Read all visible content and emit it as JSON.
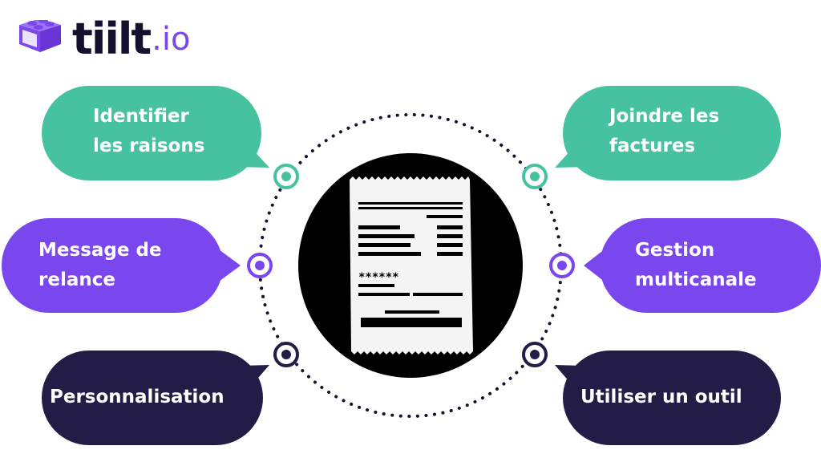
{
  "brand": {
    "name": "tiilt",
    "tld": ".io",
    "logo_icon": "lego-brick-icon",
    "colors": {
      "dark": "#14112e",
      "purple": "#7a46ee"
    }
  },
  "colors": {
    "green": "#47c2a0",
    "purple": "#7a46ee",
    "navy": "#231c47",
    "black": "#000000",
    "white": "#ffffff"
  },
  "bubbles": [
    {
      "id": "identify-reasons",
      "lines": [
        "Identifier",
        "les raisons"
      ],
      "color": "#47c2a0"
    },
    {
      "id": "attach-invoices",
      "lines": [
        "Joindre les",
        "factures"
      ],
      "color": "#47c2a0"
    },
    {
      "id": "reminder-message",
      "lines": [
        "Message de",
        "relance"
      ],
      "color": "#7a46ee"
    },
    {
      "id": "multichannel",
      "lines": [
        "Gestion",
        "multicanale"
      ],
      "color": "#7a46ee"
    },
    {
      "id": "personalization",
      "lines": [
        "Personnalisation"
      ],
      "color": "#231c47"
    },
    {
      "id": "use-tool",
      "lines": [
        "Utiliser un outil"
      ],
      "color": "#231c47"
    }
  ],
  "center": {
    "icon": "receipt-icon",
    "asterisks": "******"
  }
}
